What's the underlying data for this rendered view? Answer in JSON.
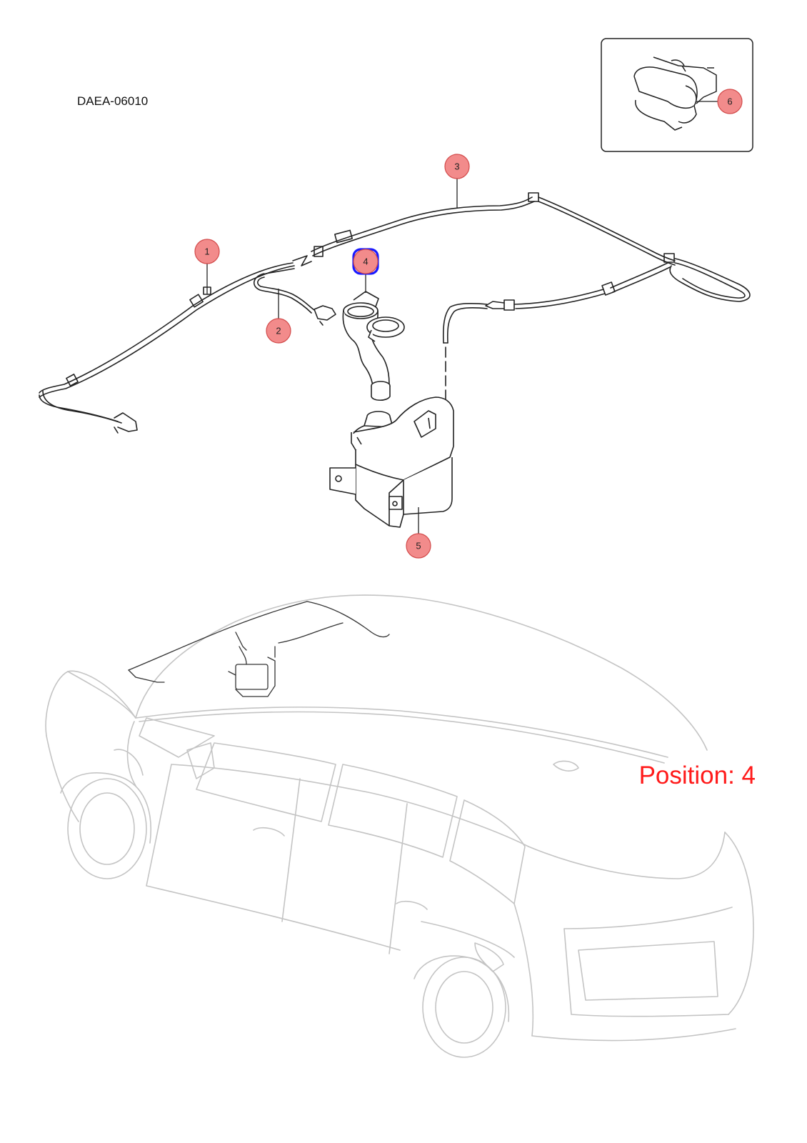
{
  "diagram": {
    "code": "DAEA-06010",
    "position_label": "Position: 4",
    "selected_position": "4",
    "callouts": [
      {
        "id": "1",
        "label": "1"
      },
      {
        "id": "2",
        "label": "2"
      },
      {
        "id": "3",
        "label": "3"
      },
      {
        "id": "4",
        "label": "4"
      },
      {
        "id": "5",
        "label": "5"
      },
      {
        "id": "6",
        "label": "6"
      }
    ]
  },
  "colors": {
    "callout_fill": "#f28b8b",
    "callout_stroke": "#d24a4a",
    "selected_stroke": "#1a1aff",
    "position_text": "#ff1a1a",
    "part_line": "#222222",
    "vehicle_line": "#bdbdbd"
  }
}
